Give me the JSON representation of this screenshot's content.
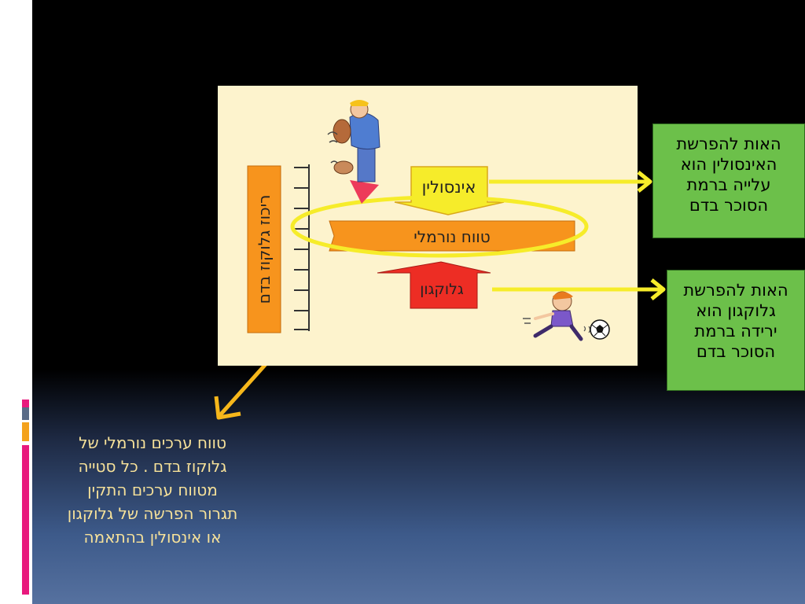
{
  "diagram": {
    "axis_label": "ריכוז גלוקוז בדם",
    "insulin_label": "אינסולין",
    "normal_range_label": "טווח נורמלי",
    "glucagon_label": "גלוקגון"
  },
  "callouts": {
    "insulin": "האות להפרשת\nהאינסולין הוא\nעלייה ברמת\nהסוכר בדם",
    "glucagon": "האות להפרשת\nגלוקגון הוא\nירידה ברמת\nהסוכר בדם"
  },
  "caption": "טווח ערכים נורמלי של\nגלוקוז בדם . כל סטייה\nמטווח ערכים  התקין\nתגרור הפרשה של גלוקגון\nאו אינסולין בהתאמה",
  "colors": {
    "panel_bg": "#fdf3cd",
    "orange": "#f7941d",
    "red": "#ed2d24",
    "yellow": "#f6ec2a",
    "callout_green": "#6cc04a",
    "caption_text": "#f7e29a"
  }
}
